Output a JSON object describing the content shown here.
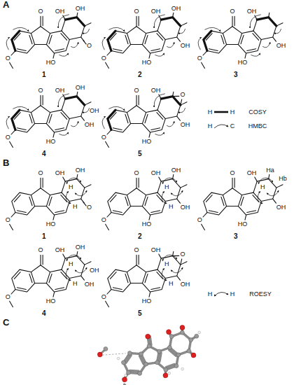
{
  "diagram": {
    "labels": [
      "A",
      "1",
      "O",
      "O",
      "HO",
      "OH",
      "OH",
      "O",
      "2",
      "O",
      "O",
      "HO",
      "OH",
      "OH",
      "OH",
      "3",
      "O",
      "O",
      "HO",
      "OH",
      "OH",
      "4",
      "O",
      "O",
      "HO",
      "OH",
      "OH",
      "OH",
      "OH",
      "5",
      "O",
      "O",
      "HO",
      "OH",
      "O",
      "OH",
      "H",
      "H",
      "H",
      "C",
      "B",
      "1",
      "O",
      "O",
      "HO",
      "OH",
      "OH",
      "O",
      "H",
      "H",
      "2",
      "O",
      "O",
      "HO",
      "OH",
      "OH",
      "OH",
      "H",
      "H",
      "3",
      "O",
      "O",
      "HO",
      "OH",
      "OH",
      "H",
      "Ha",
      "Hb",
      "4",
      "O",
      "O",
      "HO",
      "OH",
      "OH",
      "OH",
      "OH",
      "H",
      "H",
      "5",
      "O",
      "O",
      "HO",
      "OH",
      "O",
      "OH",
      "H",
      "H",
      "H",
      "H",
      "C"
    ],
    "legend": [
      {
        "text": "COSY"
      },
      {
        "text": "HMBC"
      },
      {
        "text": "ROESY"
      }
    ]
  }
}
